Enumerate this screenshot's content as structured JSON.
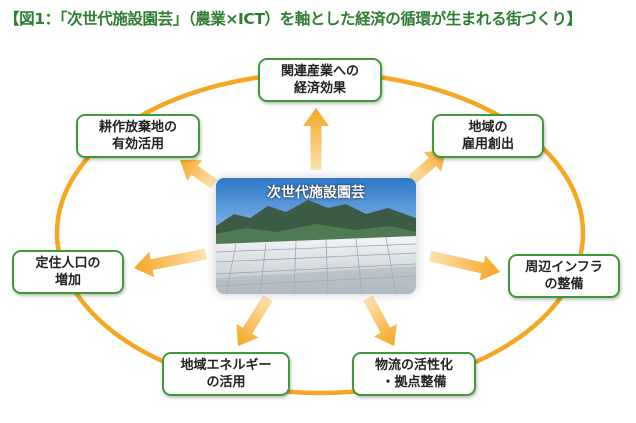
{
  "title": "【図1：「次世代施設園芸」（農業×ICT）を軸とした経済の循環が生まれる街づくり】",
  "center": {
    "label": "次世代施設園芸"
  },
  "nodes": [
    {
      "id": "related-industry",
      "lines": [
        "関連産業への",
        "経済効果"
      ]
    },
    {
      "id": "regional-employment",
      "lines": [
        "地域の",
        "雇用創出"
      ]
    },
    {
      "id": "infrastructure",
      "lines": [
        "周辺インフラ",
        "の整備"
      ]
    },
    {
      "id": "logistics",
      "lines": [
        "物流の活性化",
        "・拠点整備"
      ]
    },
    {
      "id": "regional-energy",
      "lines": [
        "地域エネルギー",
        "の活用"
      ]
    },
    {
      "id": "population",
      "lines": [
        "定住人口の",
        "増加"
      ]
    },
    {
      "id": "farmland",
      "lines": [
        "耕作放棄地の",
        "有効活用"
      ]
    }
  ],
  "colors": {
    "title": "#2e7d32",
    "node_border": "#3f9a3a",
    "ellipse": "#f5a623",
    "arrow": "#f5a623"
  }
}
